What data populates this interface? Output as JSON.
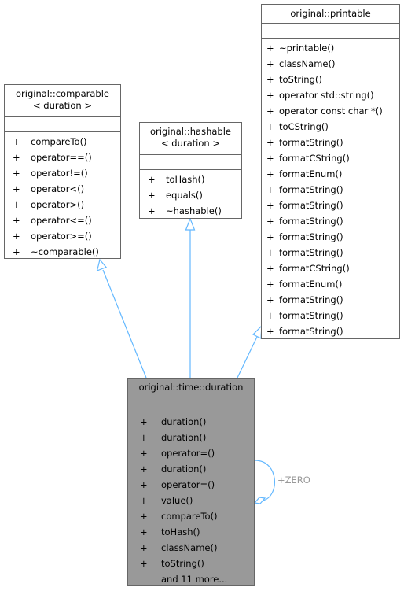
{
  "comparable": {
    "title_line1": "original::comparable",
    "title_line2": "< duration >",
    "visibility": "+",
    "methods": [
      "compareTo()",
      "operator==()",
      "operator!=()",
      "operator<()",
      "operator>()",
      "operator<=()",
      "operator>=()",
      "~comparable()"
    ]
  },
  "hashable": {
    "title_line1": "original::hashable",
    "title_line2": "< duration >",
    "visibility": "+",
    "methods": [
      "toHash()",
      "equals()",
      "~hashable()"
    ]
  },
  "printable": {
    "title": "original::printable",
    "visibility": "+",
    "methods": [
      "~printable()",
      "className()",
      "toString()",
      "operator std::string()",
      "operator const char *()",
      "toCString()",
      "formatString()",
      "formatCString()",
      "formatEnum()",
      "formatString()",
      "formatString()",
      "formatString()",
      "formatString()",
      "formatString()",
      "formatCString()",
      "formatEnum()",
      "formatString()",
      "formatString()",
      "formatString()"
    ]
  },
  "duration": {
    "title": "original::time::duration",
    "visibility": "+",
    "methods": [
      "duration()",
      "duration()",
      "operator=()",
      "duration()",
      "operator=()",
      "value()",
      "compareTo()",
      "toHash()",
      "className()",
      "toString()"
    ],
    "more": "and 11 more..."
  },
  "self_edge_label": "+ZERO",
  "colors": {
    "edge": "#63b8ff",
    "focus_fill": "#999999",
    "border": "#666666",
    "label": "#9a9a9a"
  }
}
